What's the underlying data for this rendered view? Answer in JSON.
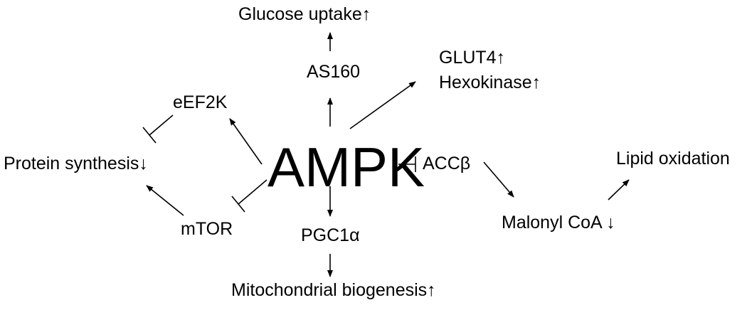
{
  "nodes": {
    "ampk": "AMPK",
    "glucose_uptake": "Glucose uptake↑",
    "as160": "AS160",
    "glut4": "GLUT4↑",
    "hexokinase": "Hexokinase↑",
    "eef2k": "eEF2K",
    "protein_synthesis": "Protein synthesis↓",
    "mtor": "mTOR",
    "acc_beta": "ACCβ",
    "malonyl_coa": "Malonyl CoA ↓",
    "lipid_oxidation": "Lipid oxidation",
    "pgc1a": "PGC1α",
    "mito_biogenesis": "Mitochondrial biogenesis↑"
  },
  "edges": [
    {
      "from": "AMPK",
      "to": "AS160",
      "type": "activation"
    },
    {
      "from": "AS160",
      "to": "Glucose uptake",
      "type": "activation"
    },
    {
      "from": "AMPK",
      "to": "GLUT4 / Hexokinase",
      "type": "activation"
    },
    {
      "from": "AMPK",
      "to": "eEF2K",
      "type": "activation"
    },
    {
      "from": "eEF2K",
      "to": "Protein synthesis",
      "type": "inhibition"
    },
    {
      "from": "AMPK",
      "to": "mTOR",
      "type": "inhibition"
    },
    {
      "from": "mTOR",
      "to": "Protein synthesis",
      "type": "activation"
    },
    {
      "from": "AMPK",
      "to": "ACCβ",
      "type": "inhibition"
    },
    {
      "from": "ACCβ",
      "to": "Malonyl CoA",
      "type": "activation"
    },
    {
      "from": "Malonyl CoA",
      "to": "Lipid oxidation",
      "type": "activation"
    },
    {
      "from": "AMPK",
      "to": "PGC1α",
      "type": "activation"
    },
    {
      "from": "PGC1α",
      "to": "Mitochondrial biogenesis",
      "type": "activation"
    }
  ]
}
